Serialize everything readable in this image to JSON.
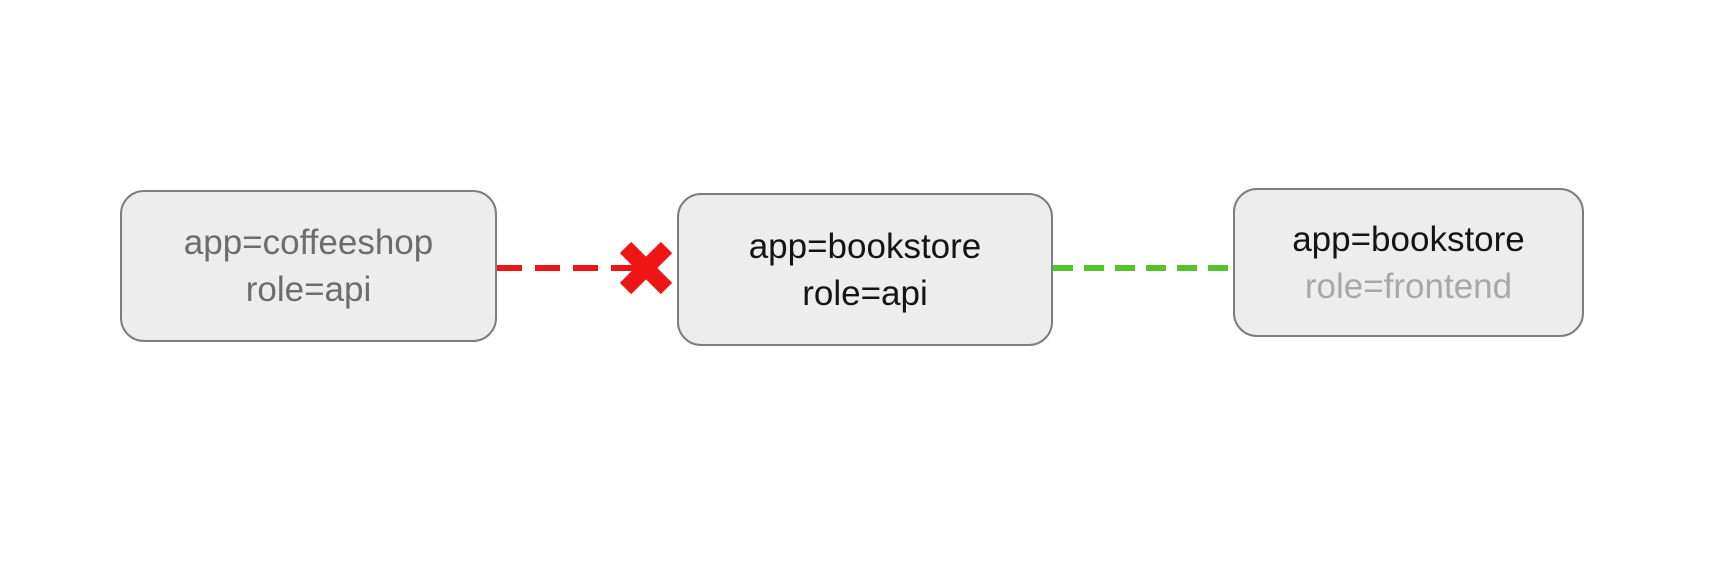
{
  "canvas": {
    "background": "#ffffff"
  },
  "diagram": {
    "nodes": [
      {
        "name": "pod-coffeeshop-api",
        "line1": "app=coffeeshop",
        "line2": "role=api",
        "line1_color": "#6d6d6d",
        "line2_color": "#6d6d6d"
      },
      {
        "name": "pod-bookstore-api",
        "line1": "app=bookstore",
        "line2": "role=api",
        "line1_color": "#141414",
        "line2_color": "#141414"
      },
      {
        "name": "pod-bookstore-frontend",
        "line1": "app=bookstore",
        "line2": "role=frontend",
        "line1_color": "#141414",
        "line2_color": "#a8a8a8"
      }
    ],
    "node_style": {
      "fill": "#ededed",
      "border_color": "#7e7e7e"
    },
    "edges": [
      {
        "name": "denied-connection",
        "style": "dashed",
        "color": "#ed1515"
      },
      {
        "name": "allowed-connection",
        "style": "dashed",
        "color": "#55c32a"
      }
    ],
    "deny_icon": {
      "glyph": "cross-x",
      "color": "#ed1515"
    }
  }
}
